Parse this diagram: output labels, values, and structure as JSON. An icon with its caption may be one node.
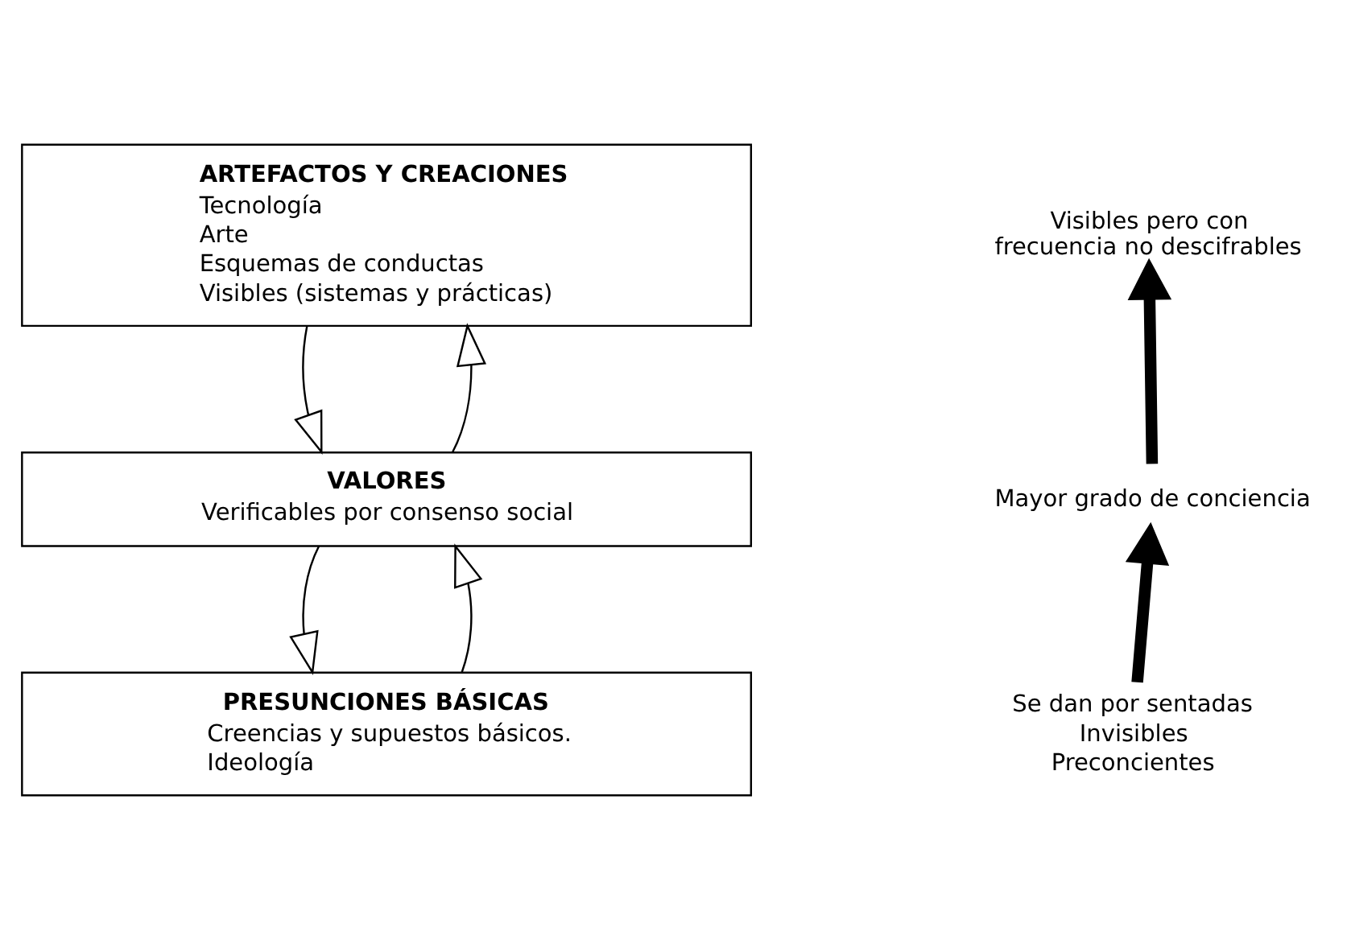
{
  "diagram": {
    "nodes": [
      {
        "text": [
          "ARTEFACTOS Y CREACIONES",
          "Tecnología",
          "Arte",
          "Esquemas de conductas",
          "Visibles (sistemas y prácticas)"
        ]
      },
      {
        "text": [
          "VALORES",
          "Verificables por consenso social"
        ]
      },
      {
        "text": [
          "PRESUNCIONES BÁSICAS",
          "Creencias y supuestos básicos.",
          "Ideología"
        ]
      },
      {
        "text": [
          "Visibles pero con frecuencia no descifrables"
        ]
      },
      {
        "text": [
          "Mayor grado de conciencia"
        ]
      },
      {
        "text": [
          "Se dan por sentadas",
          "Invisibles",
          "Preconcientes"
        ]
      }
    ],
    "edges": [
      {
        "from": 1,
        "to": 0,
        "arrow": "to"
      },
      {
        "from": 0,
        "to": 1,
        "arrow": "to"
      },
      {
        "from": 2,
        "to": 1,
        "arrow": "to"
      },
      {
        "from": 1,
        "to": 2,
        "arrow": "to"
      },
      {
        "from": 4,
        "to": 3,
        "arrow": "to",
        "style": "thick"
      },
      {
        "from": 5,
        "to": 4,
        "arrow": "to",
        "style": "thick"
      }
    ]
  }
}
